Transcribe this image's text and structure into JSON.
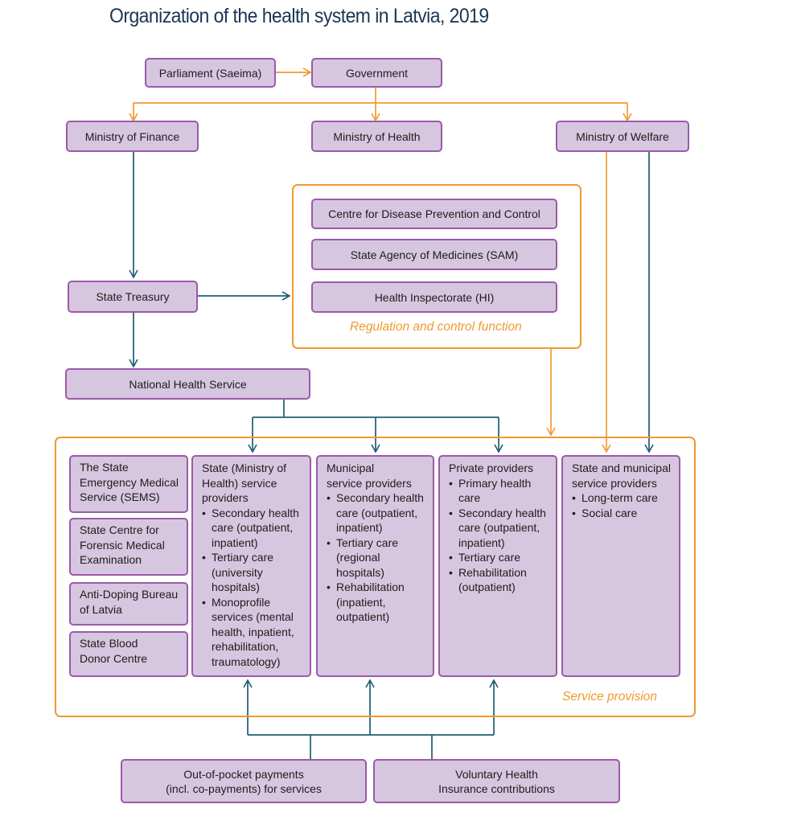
{
  "title": "Organization of the health system in Latvia, 2019",
  "nodes": {
    "parliament": "Parliament (Saeima)",
    "government": "Government",
    "finance": "Ministry of Finance",
    "health": "Ministry of Health",
    "welfare": "Ministry of Welfare",
    "cdpc": "Centre for Disease Prevention and Control",
    "sam": "State Agency of Medicines (SAM)",
    "hi": "Health Inspectorate (HI)",
    "treasury": "State Treasury",
    "nhs": "National Health Service",
    "oop_line1": "Out-of-pocket payments",
    "oop_line2": "(incl. co-payments) for services",
    "vhi_line1": "Voluntary Health",
    "vhi_line2": "Insurance contributions"
  },
  "regulation_label": "Regulation and control function",
  "service_label": "Service provision",
  "small_boxes": [
    [
      "The State",
      "Emergency Medical",
      "Service (SEMS)"
    ],
    [
      "State Centre for",
      "Forensic Medical",
      "Examination"
    ],
    [
      "Anti-Doping Bureau",
      "of Latvia"
    ],
    [
      "State Blood",
      "Donor Centre"
    ]
  ],
  "columns": {
    "state": {
      "head": [
        "State (Ministry of",
        "Health) service",
        "providers"
      ],
      "items": [
        [
          "Secondary health",
          "care (outpatient,",
          "inpatient)"
        ],
        [
          "Tertiary care",
          "(university",
          "hospitals)"
        ],
        [
          "Monoprofile",
          "services (mental",
          "health, inpatient,",
          "rehabilitation,",
          "traumatology)"
        ]
      ]
    },
    "municipal": {
      "head": [
        "Municipal",
        "service providers"
      ],
      "items": [
        [
          "Secondary health",
          "care (outpatient,",
          "inpatient)"
        ],
        [
          "Tertiary care",
          "(regional",
          "hospitals)"
        ],
        [
          "Rehabilitation",
          "(inpatient,",
          "outpatient)"
        ]
      ]
    },
    "private": {
      "head": [
        "Private providers"
      ],
      "items": [
        [
          "Primary health",
          "care"
        ],
        [
          "Secondary health",
          "care (outpatient,",
          "inpatient)"
        ],
        [
          "Tertiary care"
        ],
        [
          "Rehabilitation",
          "(outpatient)"
        ]
      ]
    },
    "state_municipal": {
      "head": [
        "State and municipal",
        "service providers"
      ],
      "items": [
        [
          "Long-term care"
        ],
        [
          "Social care"
        ]
      ]
    }
  },
  "colors": {
    "orange": "#ee9a2f",
    "blue": "#1f5c74",
    "box_fill": "#d7c6e0",
    "box_border": "#9b5aa8",
    "title": "#1b3556"
  }
}
